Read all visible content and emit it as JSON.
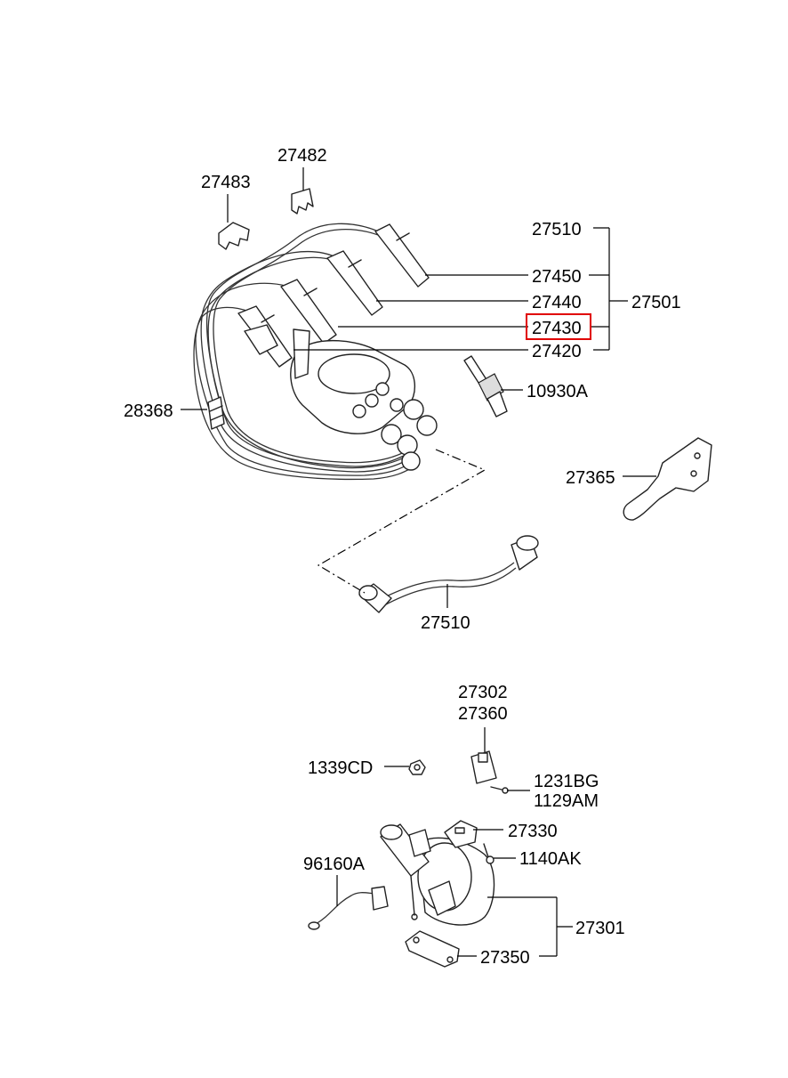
{
  "diagram": {
    "highlighted_part": "27430",
    "highlight_color": "#e00000",
    "labels": {
      "p27482": "27482",
      "p27483": "27483",
      "p27510_top": "27510",
      "p27450": "27450",
      "p27440": "27440",
      "p27501": "27501",
      "p27430": "27430",
      "p27420": "27420",
      "p10930A": "10930A",
      "p28368": "28368",
      "p27365": "27365",
      "p27510_cable": "27510",
      "p27302": "27302",
      "p27360": "27360",
      "p1339CD": "1339CD",
      "p1231BG": "1231BG",
      "p1129AM": "1129AM",
      "p27330": "27330",
      "p96160A": "96160A",
      "p1140AK": "1140AK",
      "p27301": "27301",
      "p27350": "27350"
    }
  }
}
